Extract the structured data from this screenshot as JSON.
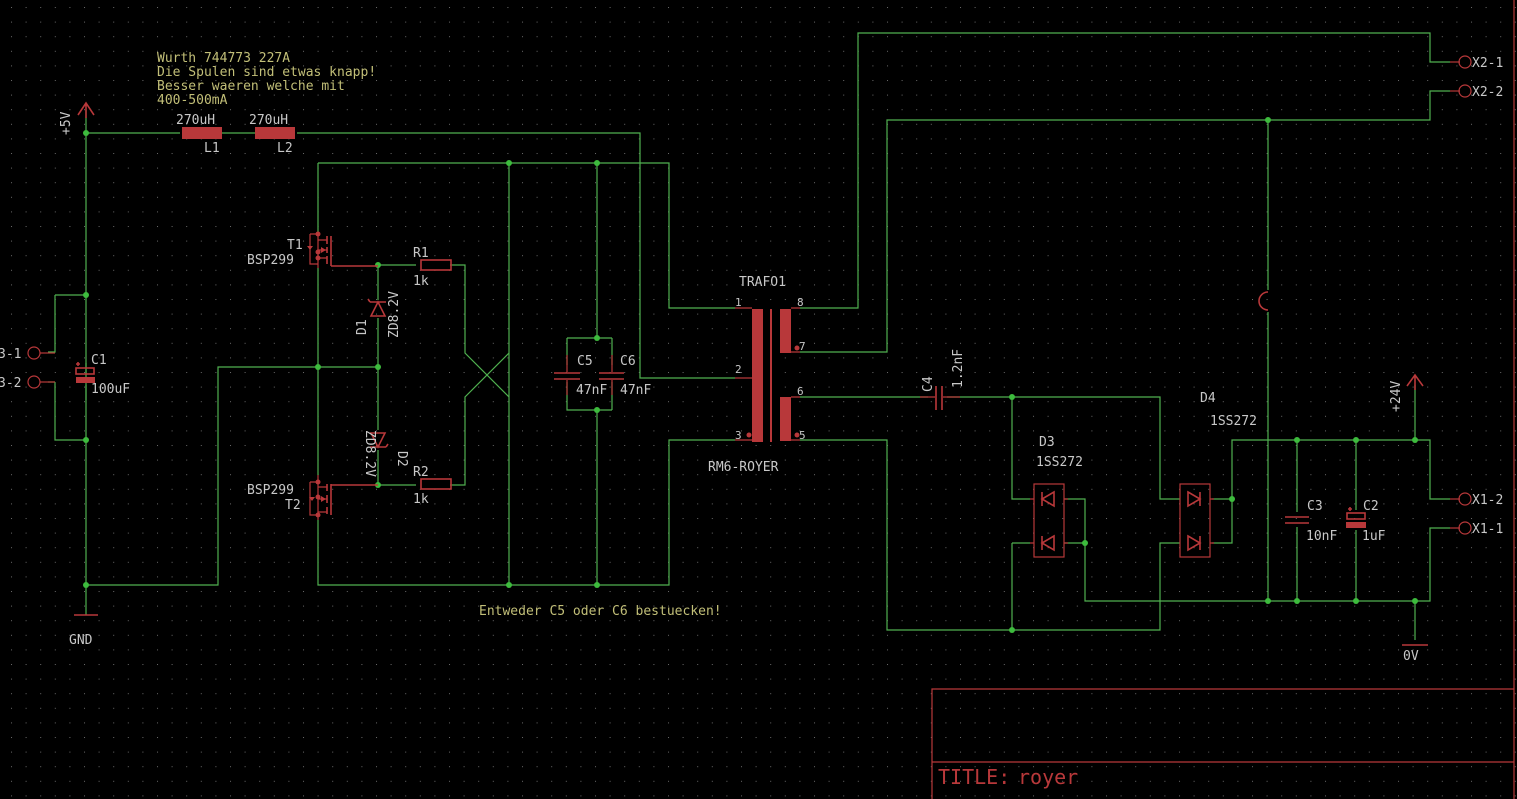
{
  "schematic": {
    "title_label": "TITLE:",
    "title_value": "royer",
    "notes": {
      "coil_note_lines": [
        "Wurth 744773 227A",
        "Die Spulen sind etwas knapp!",
        "Besser waeren welche mit",
        "400-500mA"
      ],
      "cap_note": "Entweder C5 oder C6 bestuecken!"
    },
    "supplies": {
      "plus5v": "+5V",
      "gnd": "GND",
      "plus24v": "+24V",
      "zero_v": "0V"
    },
    "connectors": {
      "x3_1": "3-1",
      "x3_2": "3-2",
      "x2_1": "X2-1",
      "x2_2": "X2-2",
      "x1_2": "X1-2",
      "x1_1": "X1-1"
    },
    "components": {
      "L1": {
        "name": "L1",
        "value": "270uH"
      },
      "L2": {
        "name": "L2",
        "value": "270uH"
      },
      "C1": {
        "name": "C1",
        "value": "100uF"
      },
      "T1": {
        "name": "T1",
        "value": "BSP299"
      },
      "T2": {
        "name": "T2",
        "value": "BSP299"
      },
      "R1": {
        "name": "R1",
        "value": "1k"
      },
      "R2": {
        "name": "R2",
        "value": "1k"
      },
      "D1": {
        "name": "D1",
        "value": "ZD8.2V"
      },
      "D2": {
        "name": "D2",
        "value": "ZD8.2V"
      },
      "C5": {
        "name": "C5",
        "value": "47nF"
      },
      "C6": {
        "name": "C6",
        "value": "47nF"
      },
      "TRAFO1": {
        "name": "TRAFO1",
        "value": "RM6-ROYER",
        "pins": [
          "1",
          "2",
          "3",
          "8",
          "7",
          "6",
          "5"
        ]
      },
      "C4": {
        "name": "C4",
        "value": "1.2nF"
      },
      "D3": {
        "name": "D3",
        "value": "1SS272"
      },
      "D4": {
        "name": "D4",
        "value": "1SS272"
      },
      "C3": {
        "name": "C3",
        "value": "10nF"
      },
      "C2": {
        "name": "C2",
        "value": "1uF"
      }
    }
  }
}
